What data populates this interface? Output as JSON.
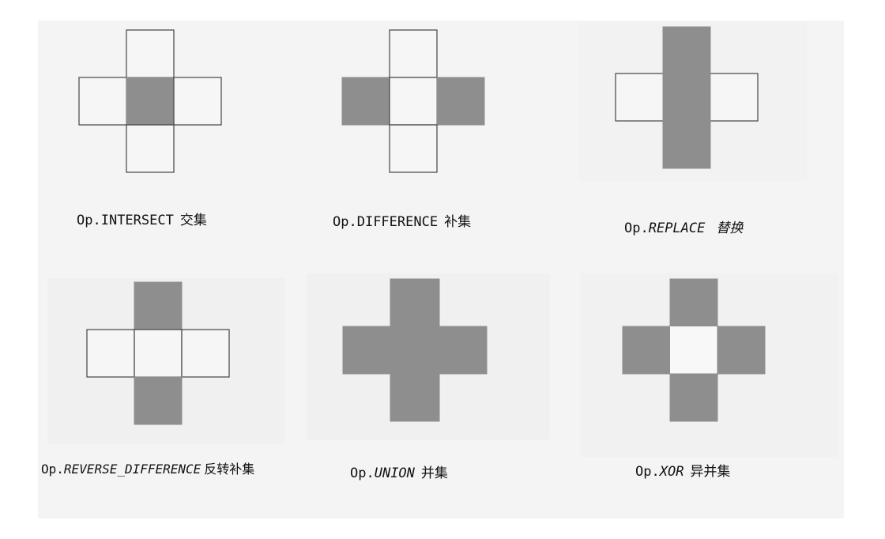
{
  "colors": {
    "filled": "#8e8e8e",
    "outline": "#444444",
    "background": "#f4f4f4"
  },
  "diagrams": [
    {
      "op": "INTERSECT",
      "prefix": "Op.",
      "name": "INTERSECT",
      "zh": "交集",
      "italic": false
    },
    {
      "op": "DIFFERENCE",
      "prefix": "Op.",
      "name": "DIFFERENCE",
      "zh": "补集",
      "italic": false
    },
    {
      "op": "REPLACE",
      "prefix": "Op.",
      "name": "REPLACE",
      "zh": "替换",
      "italic": true
    },
    {
      "op": "REVERSE_DIFFERENCE",
      "prefix": "Op.",
      "name": "REVERSE_DIFFERENCE",
      "zh": "反转补集",
      "italic": true
    },
    {
      "op": "UNION",
      "prefix": "Op.",
      "name": "UNION",
      "zh": "并集",
      "italic": true
    },
    {
      "op": "XOR",
      "prefix": "Op.",
      "name": "XOR",
      "zh": "异并集",
      "italic": true
    }
  ]
}
